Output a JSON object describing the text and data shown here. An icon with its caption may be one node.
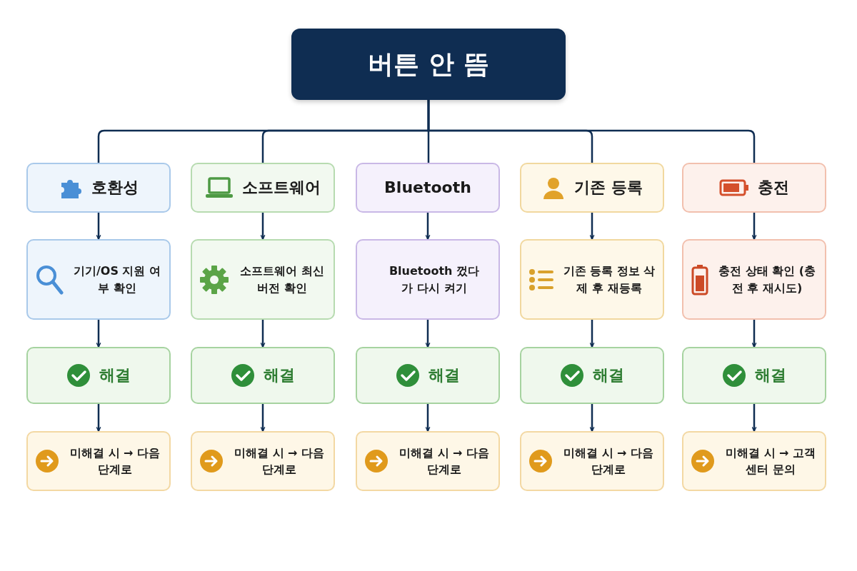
{
  "diagram": {
    "nodes": [
      {
        "text": [
          "버튼 안 뜸"
        ]
      },
      {
        "text": [
          "호환성"
        ]
      },
      {
        "text": [
          "소프트웨어"
        ]
      },
      {
        "text": [
          "Bluetooth"
        ]
      },
      {
        "text": [
          "기존 등록"
        ]
      },
      {
        "text": [
          "충전"
        ]
      },
      {
        "text": [
          "기기/OS 지원 여부 확인"
        ]
      },
      {
        "text": [
          "소프트웨어 최신 버전 확인"
        ]
      },
      {
        "text": [
          "Bluetooth 껐다가 다시 켜기"
        ]
      },
      {
        "text": [
          "기존 등록 정보 삭제 후 재등록"
        ]
      },
      {
        "text": [
          "충전 상태 확인 (충전 후 재시도)"
        ]
      },
      {
        "text": [
          "해결"
        ]
      },
      {
        "text": [
          "해결"
        ]
      },
      {
        "text": [
          "해결"
        ]
      },
      {
        "text": [
          "해결"
        ]
      },
      {
        "text": [
          "해결"
        ]
      },
      {
        "text": [
          "미해결 시 → 다음 단계로"
        ]
      },
      {
        "text": [
          "미해결 시 → 다음 단계로"
        ]
      },
      {
        "text": [
          "미해결 시 → 다음 단계로"
        ]
      },
      {
        "text": [
          "미해결 시 → 다음 단계로"
        ]
      },
      {
        "text": [
          "미해결 시 → 고객센터 문의"
        ]
      }
    ],
    "edges": [
      {
        "from": 0,
        "to": 1,
        "arrow": "none"
      },
      {
        "from": 0,
        "to": 2,
        "arrow": "none"
      },
      {
        "from": 0,
        "to": 3,
        "arrow": "none"
      },
      {
        "from": 0,
        "to": 4,
        "arrow": "none"
      },
      {
        "from": 0,
        "to": 5,
        "arrow": "none"
      },
      {
        "from": 1,
        "to": 6,
        "arrow": "to"
      },
      {
        "from": 2,
        "to": 7,
        "arrow": "to"
      },
      {
        "from": 3,
        "to": 8,
        "arrow": "to"
      },
      {
        "from": 4,
        "to": 9,
        "arrow": "to"
      },
      {
        "from": 5,
        "to": 10,
        "arrow": "to"
      },
      {
        "from": 6,
        "to": 11,
        "arrow": "to"
      },
      {
        "from": 7,
        "to": 12,
        "arrow": "to"
      },
      {
        "from": 8,
        "to": 13,
        "arrow": "to"
      },
      {
        "from": 9,
        "to": 14,
        "arrow": "to"
      },
      {
        "from": 10,
        "to": 15,
        "arrow": "to"
      },
      {
        "from": 11,
        "to": 16,
        "arrow": "to"
      },
      {
        "from": 12,
        "to": 17,
        "arrow": "to"
      },
      {
        "from": 13,
        "to": 18,
        "arrow": "to"
      },
      {
        "from": 14,
        "to": 19,
        "arrow": "to"
      },
      {
        "from": 15,
        "to": 20,
        "arrow": "to"
      }
    ]
  }
}
